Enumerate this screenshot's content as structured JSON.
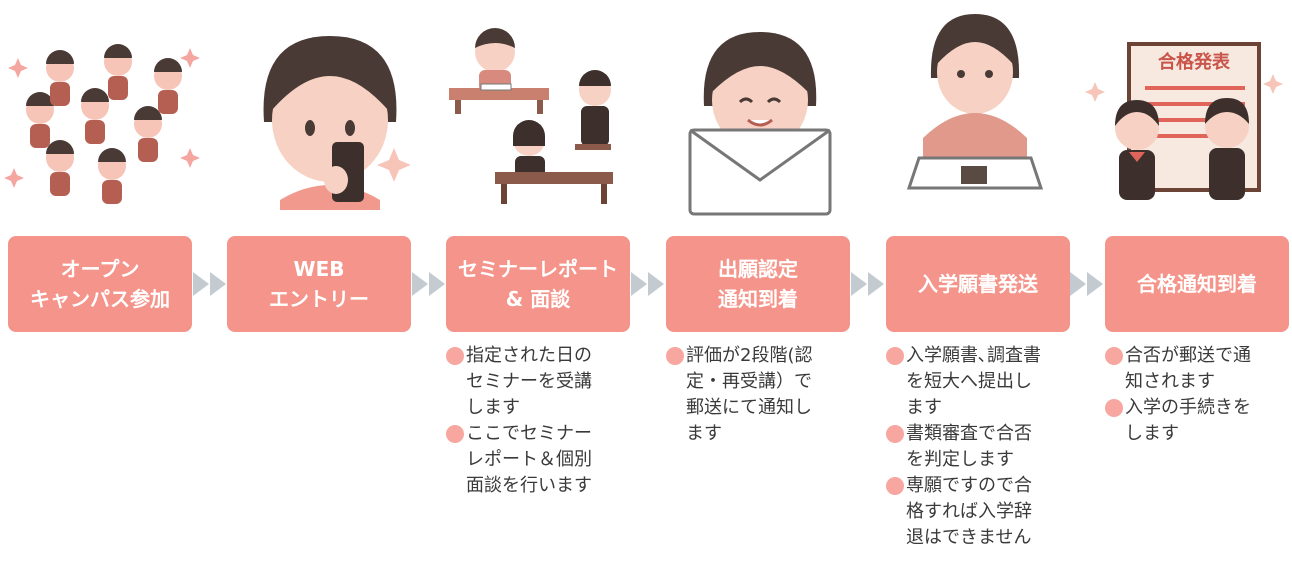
{
  "accent": "#f4948a",
  "steps": [
    {
      "label": "オープン\nキャンパス参加",
      "icon": "crowd-jumping-icon",
      "bullets": []
    },
    {
      "label": "WEB\nエントリー",
      "icon": "smartphone-girl-icon",
      "bullets": []
    },
    {
      "label": "セミナーレポート\n& 面談",
      "icon": "seminar-interview-icon",
      "bullets": [
        "指定された日の\nセミナーを受講\nします",
        "ここでセミナー\nレポート＆個別\n面談を行います"
      ]
    },
    {
      "label": "出願認定\n通知到着",
      "icon": "envelope-girl-icon",
      "bullets": [
        "評価が2段階(認\n定・再受講）で\n郵送にて通知し\nます"
      ]
    },
    {
      "label": "入学願書発送",
      "icon": "application-desk-icon",
      "bullets": [
        "入学願書､調査書\nを短大へ提出し\nます",
        "書類審査で合否\nを判定します",
        "専願ですので合\n格すれば入学辞\n退はできません"
      ]
    },
    {
      "label": "合格通知到着",
      "icon": "pass-celebration-icon",
      "bullets": [
        "合否が郵送で通\n知されます",
        "入学の手続きを\nします"
      ]
    }
  ],
  "illustration_text": {
    "pass_board": "合格発表"
  }
}
